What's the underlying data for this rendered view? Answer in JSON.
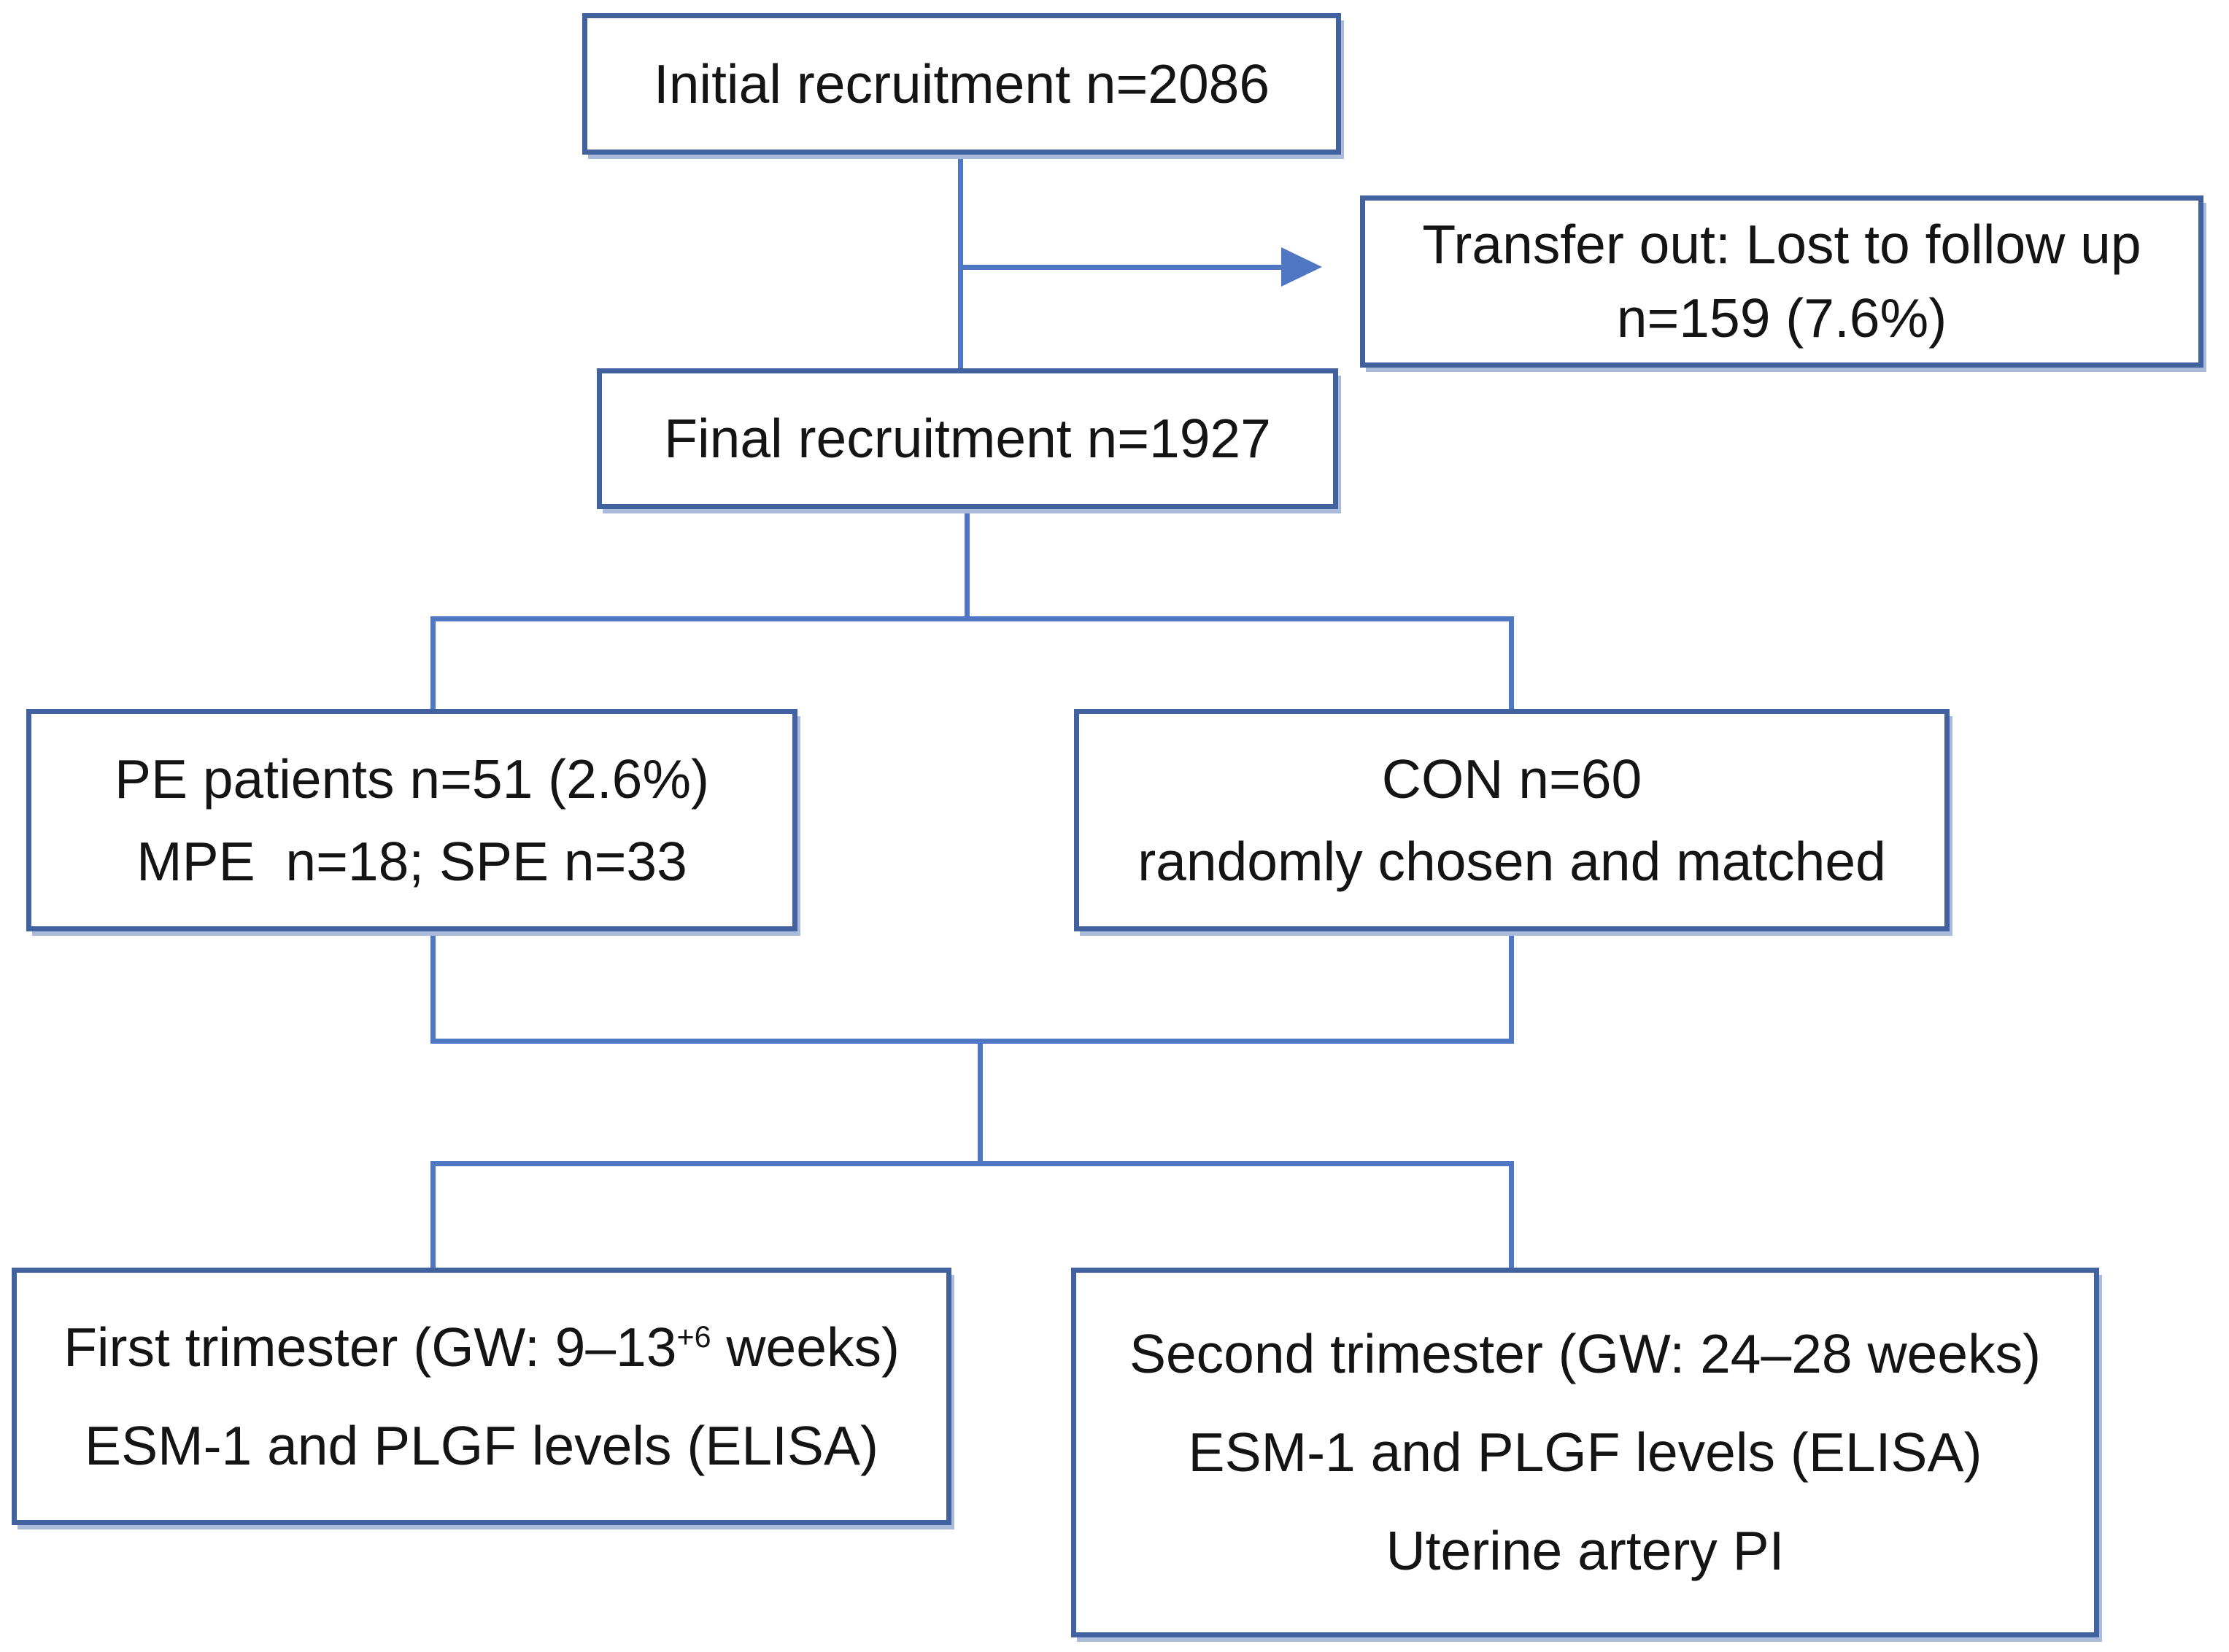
{
  "diagram": {
    "type": "flowchart",
    "description": "Patient recruitment and study-protocol flow diagram"
  },
  "colors": {
    "box_border": "#42629f",
    "box_shadow": "#a9badb",
    "connector": "#4f77c3",
    "text": "#141414",
    "background": "#ffffff"
  },
  "nodes": {
    "initial": {
      "lines": [
        "Initial recruitment n=2086"
      ]
    },
    "transfer": {
      "lines": [
        "Transfer out: Lost to follow up",
        "n=159 (7.6%)"
      ]
    },
    "final": {
      "lines": [
        "Final recruitment n=1927"
      ]
    },
    "pe": {
      "lines": [
        "PE patients n=51 (2.6%)",
        "MPE  n=18; SPE n=33"
      ]
    },
    "con": {
      "lines": [
        "CON n=60",
        "randomly chosen and matched"
      ]
    },
    "first_trimester": {
      "line1_prefix": "First trimester (GW: 9–13",
      "line1_sup": "+6",
      "line1_suffix": " weeks)",
      "line2": "ESM-1 and PLGF levels (ELISA)"
    },
    "second_trimester": {
      "lines": [
        "Second trimester (GW: 24–28 weeks)",
        "ESM-1 and PLGF levels (ELISA)",
        "Uterine artery PI"
      ]
    }
  }
}
